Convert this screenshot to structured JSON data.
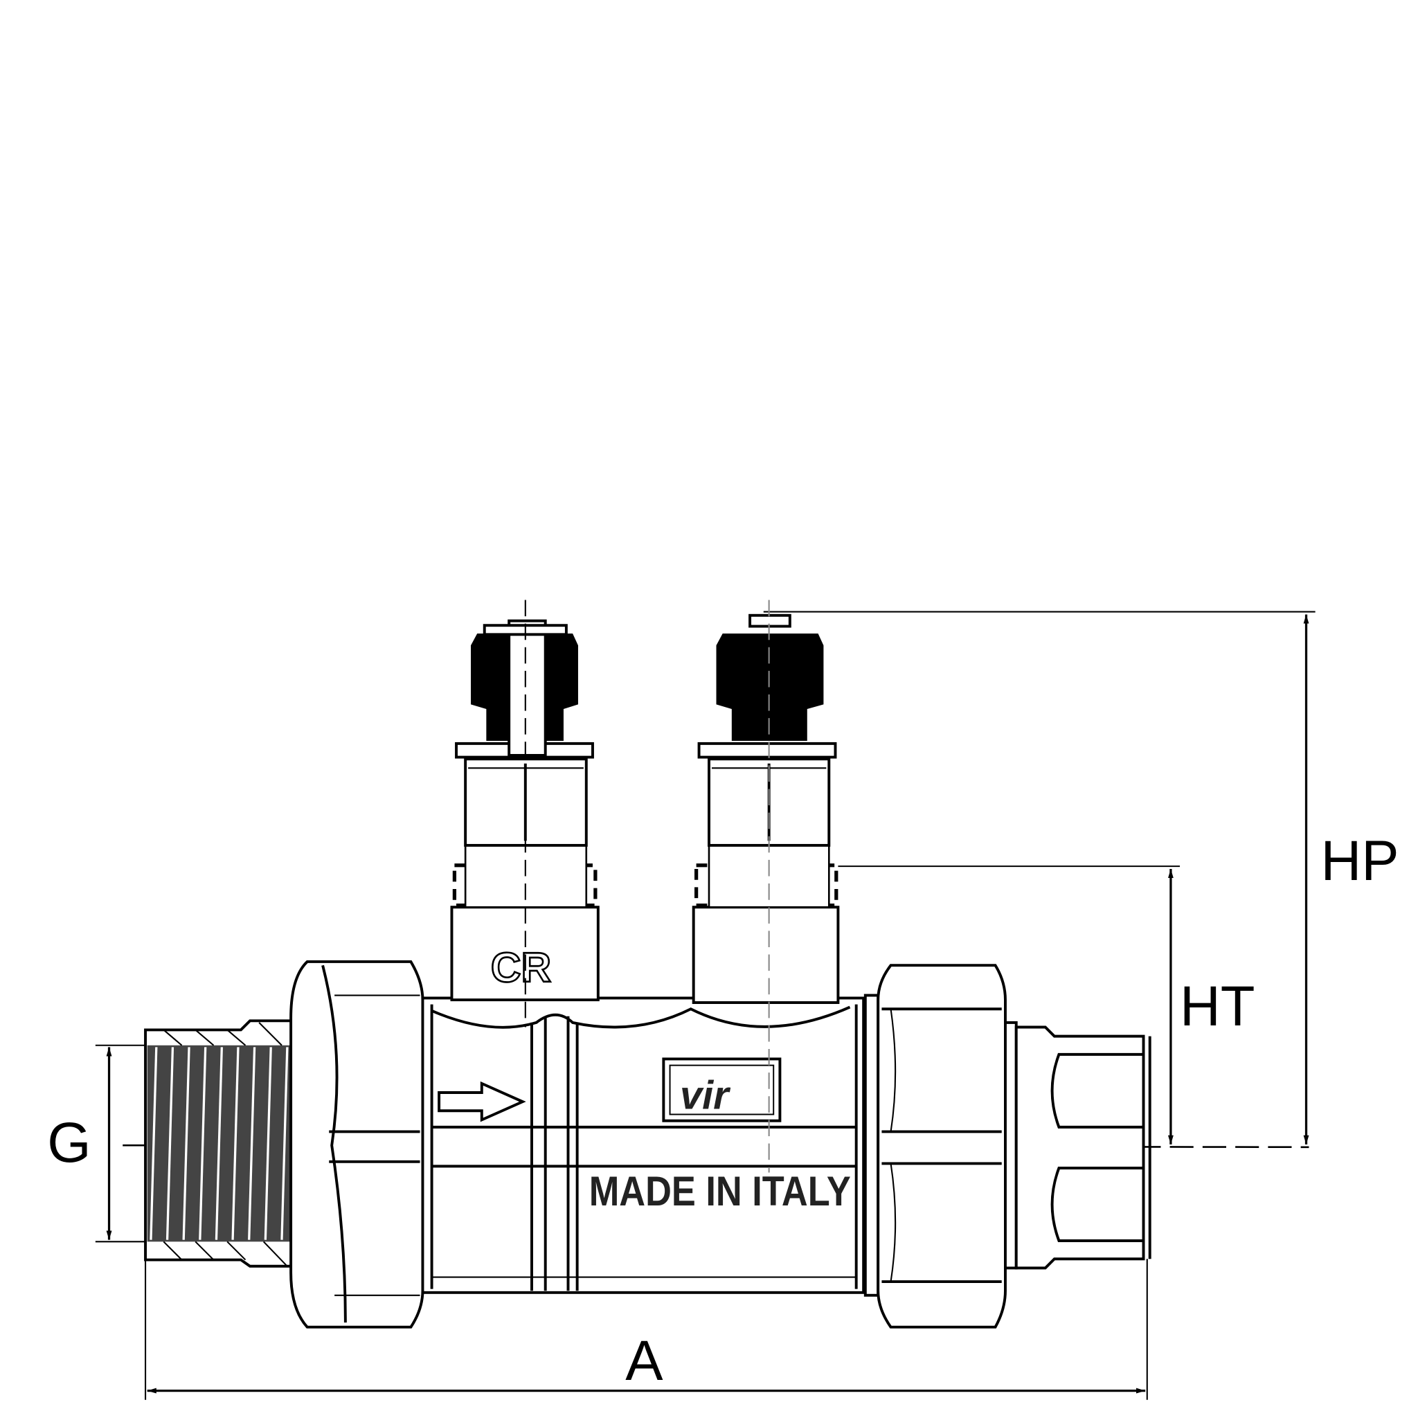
{
  "drawing": {
    "dimensions": {
      "g_label": "G",
      "a_label": "A",
      "ht_label": "HT",
      "hp_label": "HP"
    },
    "markings": {
      "origin_text": "MADE IN ITALY",
      "brand_logo": "vir",
      "cr_logo": "CR"
    },
    "colors": {
      "line": "#000000",
      "fill": "#ffffff",
      "cap": "#000000"
    }
  }
}
